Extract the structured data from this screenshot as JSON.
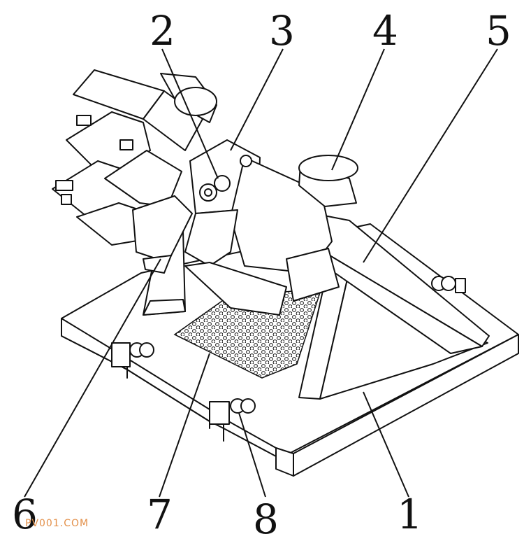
{
  "labels": {
    "n1": "1",
    "n2": "2",
    "n3": "3",
    "n4": "4",
    "n5": "5",
    "n6": "6",
    "n7": "7",
    "n8": "8"
  },
  "watermark": "PV001.COM",
  "colors": {
    "line": "#111111",
    "background": "#ffffff",
    "watermark": "#e3904a"
  }
}
